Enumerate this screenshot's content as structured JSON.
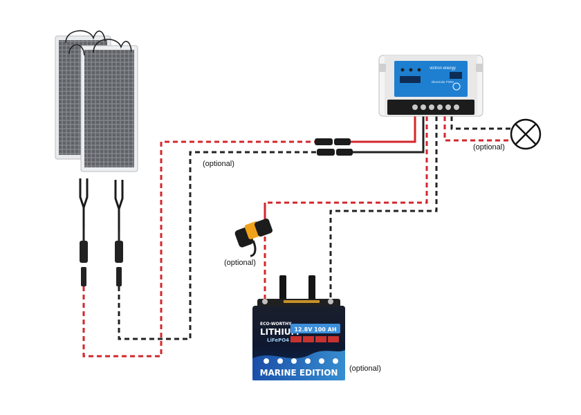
{
  "labels": {
    "optional_solar_wire": "(optional)",
    "optional_load": "(optional)",
    "optional_fuse": "(optional)",
    "optional_battery": "(optional)"
  },
  "controller": {
    "brand": "victron energy",
    "product_line": "BlueSolar PWM",
    "color": "#1e7fd1"
  },
  "battery": {
    "brand": "ECO-WORTHY",
    "chemistry_title": "LITHIUM",
    "chemistry_sub": "LiFePO4",
    "rating": "12.8V  100 AH",
    "edition": "MARINE EDITION"
  },
  "colors": {
    "positive_wire": "#d3262b",
    "negative_wire": "#222222",
    "fuse_body": "#f0a11a"
  }
}
